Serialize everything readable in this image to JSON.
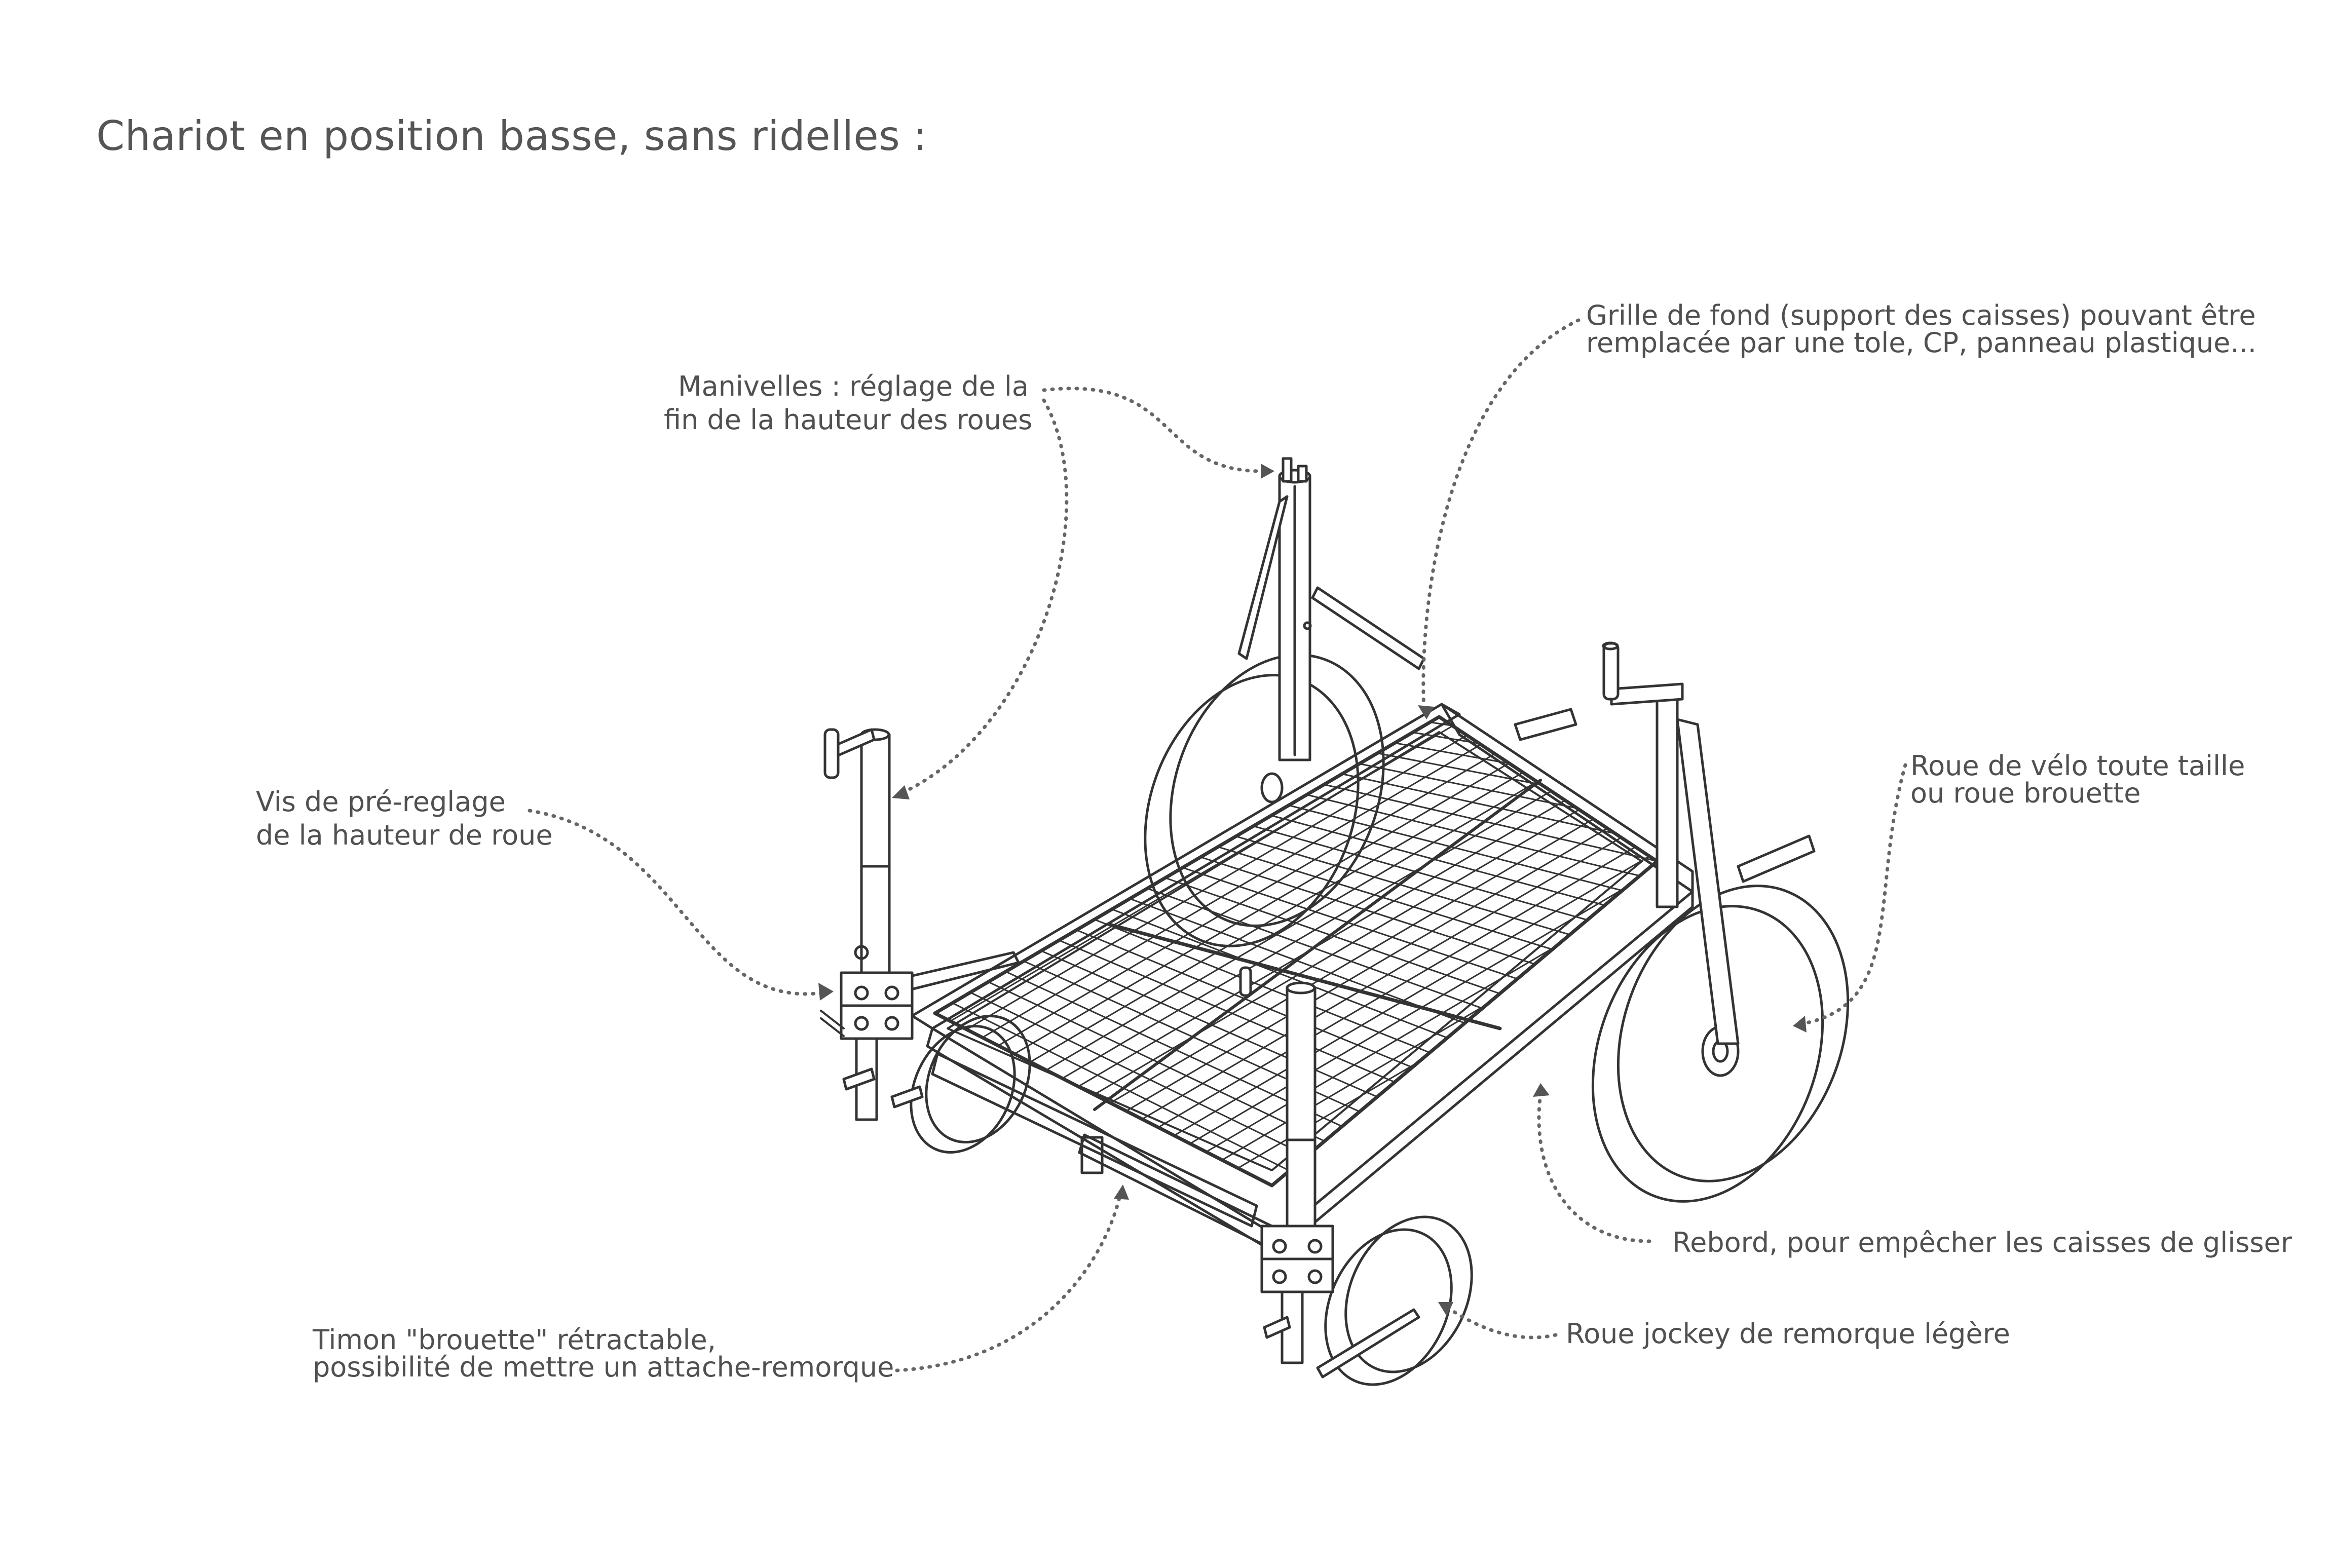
{
  "title": "Chariot en position basse, sans ridelles :",
  "annotations": {
    "manivelles": {
      "line1": "Manivelles : réglage de la",
      "line2": "fin de la hauteur des roues"
    },
    "grille": {
      "line1": "Grille de fond (support des caisses) pouvant être",
      "line2": "remplacée par une tole, CP, panneau plastique..."
    },
    "vis": {
      "line1": "Vis de pré-reglage",
      "line2": "de la hauteur de roue"
    },
    "roue_velo": {
      "line1": "Roue de vélo toute taille",
      "line2": "ou roue brouette"
    },
    "rebord": {
      "line1": "Rebord, pour empêcher les caisses de glisser"
    },
    "timon": {
      "line1": "Timon \"brouette\" rétractable,",
      "line2": "possibilité de mettre un attache-remorque"
    },
    "jockey": {
      "line1": "Roue jockey de remorque légère"
    }
  },
  "colors": {
    "text": "#505050",
    "line": "#333333",
    "leader": "#666666"
  }
}
